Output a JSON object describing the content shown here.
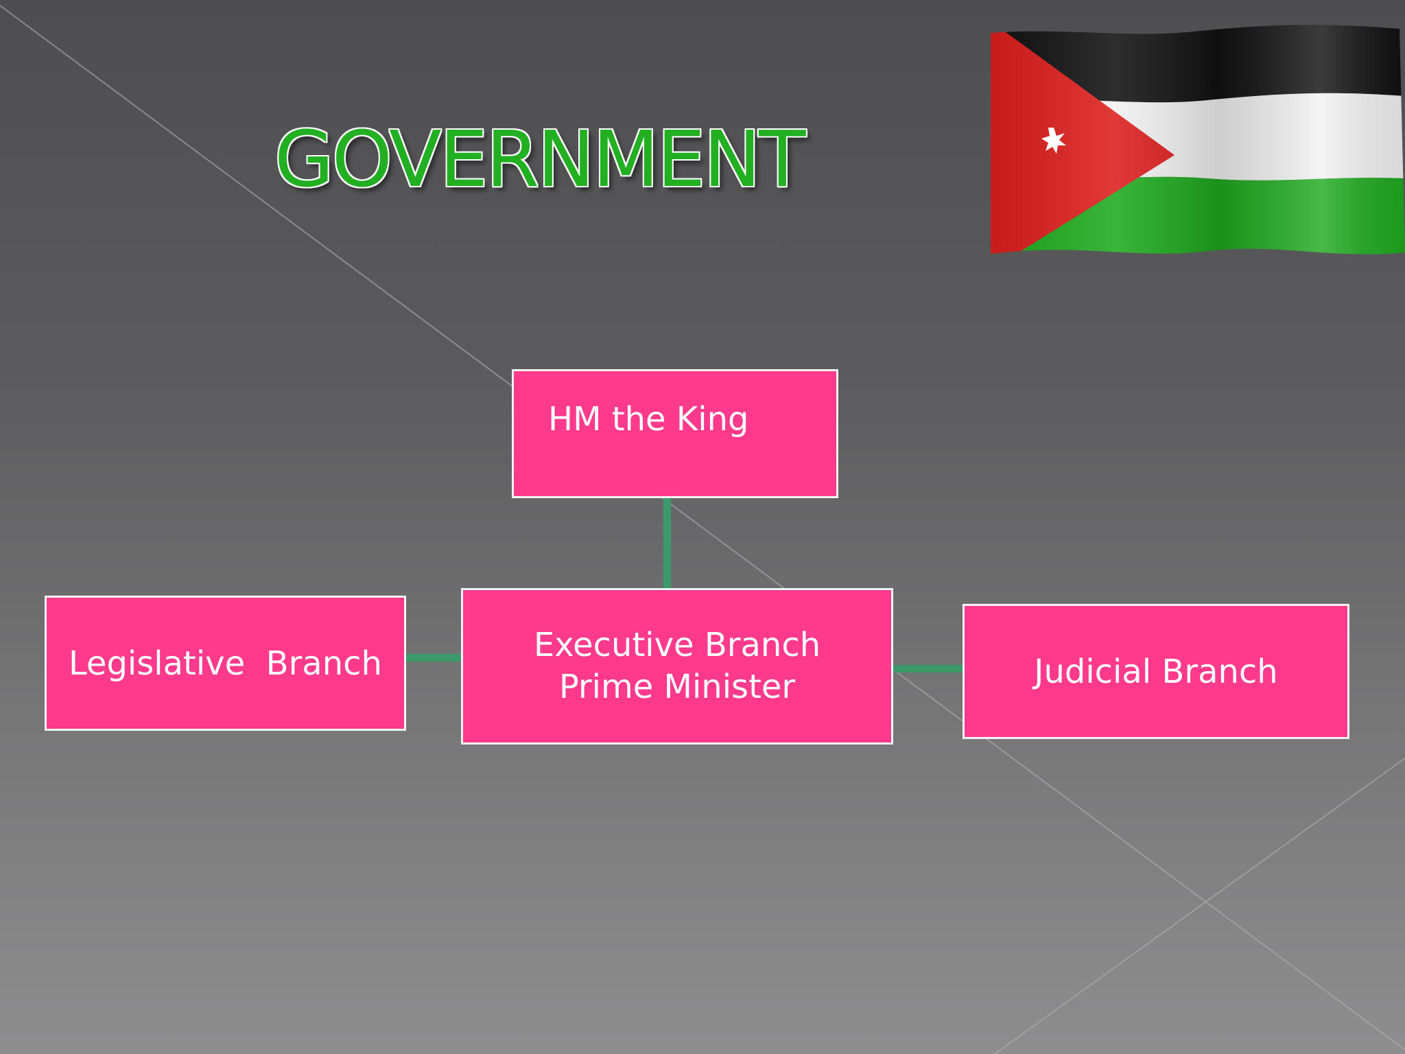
{
  "slide": {
    "title": "GOVERNMENT",
    "flag_icon": "jordan-flag-icon"
  },
  "org_chart": {
    "top": {
      "label": "HM the King"
    },
    "center": {
      "line1": "Executive Branch",
      "line2": "Prime Minister"
    },
    "left": {
      "label": "Legislative  Branch"
    },
    "right": {
      "label": "Judicial Branch"
    }
  },
  "colors": {
    "title_text": "#22b022",
    "box_fill": "#ff3a8c",
    "box_border": "#f4f4f4",
    "connector": "#3c9a6a",
    "flag_black": "#111111",
    "flag_white": "#f2f2f2",
    "flag_green": "#1faa1f",
    "flag_red": "#dd1d1d"
  }
}
